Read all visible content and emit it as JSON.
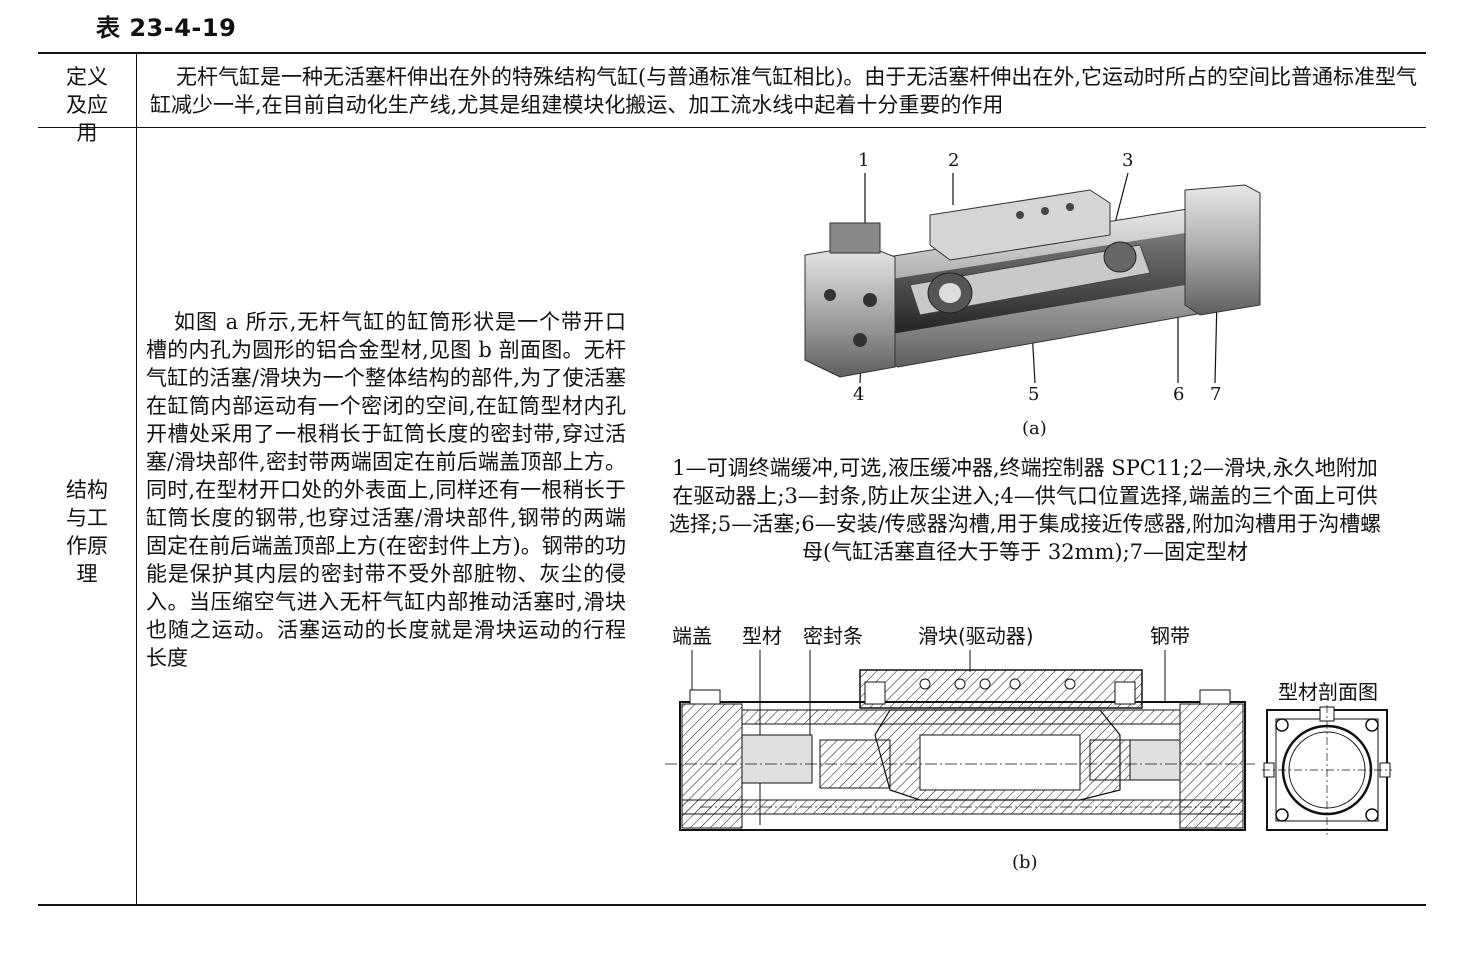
{
  "table_title": "表 23-4-19",
  "rows": [
    {
      "label": "定义及应用",
      "text": "无杆气缸是一种无活塞杆伸出在外的特殊结构气缸(与普通标准气缸相比)。由于无活塞杆伸出在外,它运动时所占的空间比普通标准型气缸减少一半,在目前自动化生产线,尤其是组建模块化搬运、加工流水线中起着十分重要的作用"
    },
    {
      "label": "结构与工作原理",
      "text": "如图 a 所示,无杆气缸的缸筒形状是一个带开口槽的内孔为圆形的铝合金型材,见图 b 剖面图。无杆气缸的活塞/滑块为一个整体结构的部件,为了使活塞在缸筒内部运动有一个密闭的空间,在缸筒型材内孔开槽处采用了一根稍长于缸筒长度的密封带,穿过活塞/滑块部件,密封带两端固定在前后端盖顶部上方。同时,在型材开口处的外表面上,同样还有一根稍长于缸筒长度的钢带,也穿过活塞/滑块部件,钢带的两端固定在前后端盖顶部上方(在密封件上方)。钢带的功能是保护其内层的密封带不受外部脏物、灰尘的侵入。当压缩空气进入无杆气缸内部推动活塞时,滑块也随之运动。活塞运动的长度就是滑块运动的行程长度"
    }
  ],
  "figure_a": {
    "caption": "(a)",
    "callouts": [
      "1",
      "2",
      "3",
      "4",
      "5",
      "6",
      "7"
    ],
    "legend": "1—可调终端缓冲,可选,液压缓冲器,终端控制器 SPC11;2—滑块,永久地附加在驱动器上;3—封条,防止灰尘进入;4—供气口位置选择,端盖的三个面上可供选择;5—活塞;6—安装/传感器沟槽,用于集成接近传感器,附加沟槽用于沟槽螺母(气缸活塞直径大于等于 32mm);7—固定型材"
  },
  "figure_b": {
    "caption": "(b)",
    "labels": {
      "end_cap": "端盖",
      "profile": "型材",
      "seal_strip": "密封条",
      "slider": "滑块(驱动器)",
      "steel_band": "钢带",
      "section": "型材剖面图"
    }
  },
  "colors": {
    "text": "#111111",
    "background": "#ffffff",
    "photo_metal": "#9a9a9a"
  }
}
